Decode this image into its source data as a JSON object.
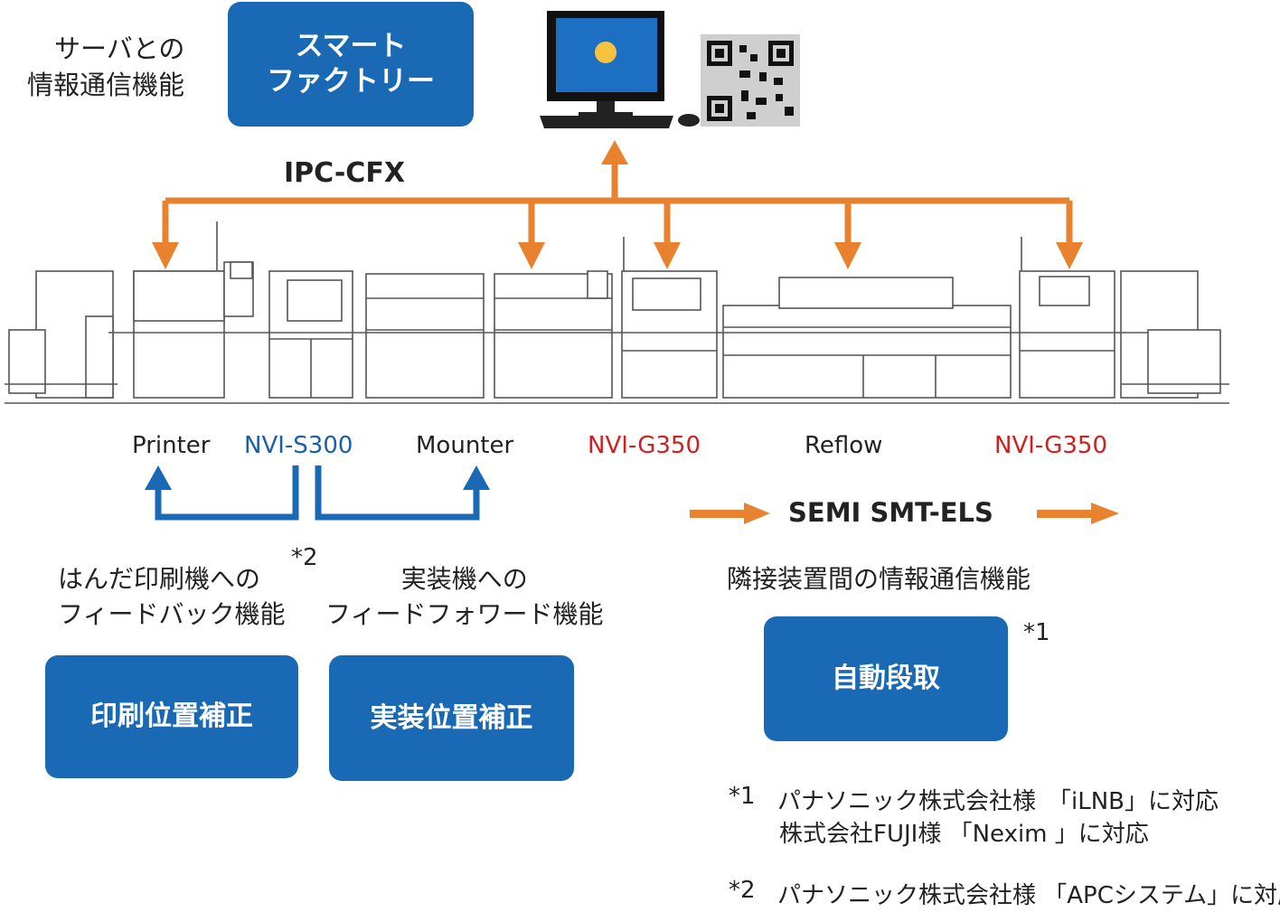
{
  "server_caption": {
    "line1": "サーバとの",
    "line2": "情報通信機能"
  },
  "smart_factory": {
    "line1": "スマート",
    "line2": "ファクトリー"
  },
  "ipc_cfx_label": "IPC-CFX",
  "machines": [
    {
      "name": "Printer",
      "color": "#222222"
    },
    {
      "name": "NVI-S300",
      "color": "#1a5fa8"
    },
    {
      "name": "Mounter",
      "color": "#222222"
    },
    {
      "name": "NVI-G350",
      "color": "#d22020"
    },
    {
      "name": "Reflow",
      "color": "#222222"
    },
    {
      "name": "NVI-G350",
      "color": "#d22020"
    }
  ],
  "semi_label": "SEMI SMT-ELS",
  "feedback": {
    "line1": "はんだ印刷機への",
    "line2": "フィードバック機能",
    "note": "*2"
  },
  "feedforward": {
    "line1": "実装機への",
    "line2": "フィードフォワード機能"
  },
  "adjacent": {
    "caption": "隣接装置間の情報通信機能",
    "note": "*1"
  },
  "boxes": {
    "print_correction": "印刷位置補正",
    "mount_correction": "実装位置補正",
    "auto_setup": "自動段取"
  },
  "footnotes": {
    "n1_mark": "*1",
    "n1_line1": "パナソニック株式会社様　「iLNB」に対応",
    "n1_line2": "株式会社FUJI様 「Nexim 」に対応",
    "n2_mark": "*2",
    "n2_line1": "パナソニック株式会社様 「APCシステム」に対応"
  },
  "colors": {
    "orange": "#e8822f",
    "blue": "#1a69b4",
    "red": "#d22020",
    "line_gray": "#555555"
  },
  "icons": [
    "computer-monitor-icon",
    "qr-code-icon"
  ]
}
